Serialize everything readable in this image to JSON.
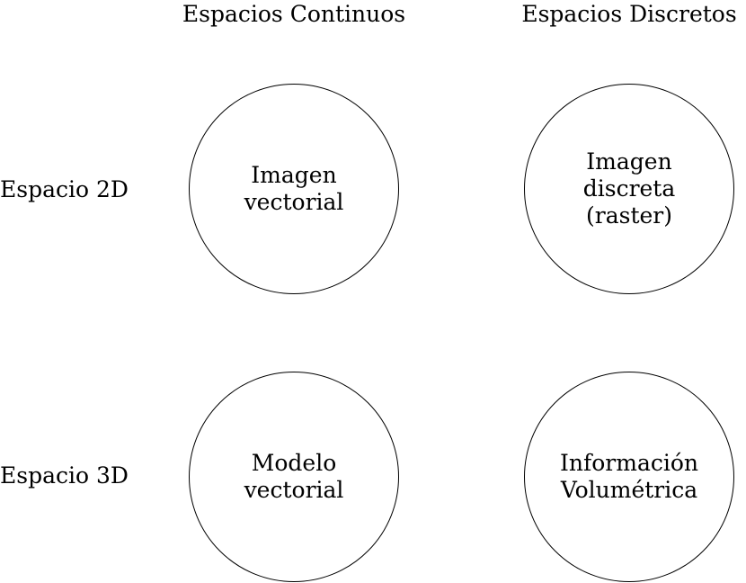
{
  "columns": {
    "continuous": "Espacios Continuos",
    "discrete": "Espacios Discretos"
  },
  "rows": {
    "space_2d": "Espacio 2D",
    "space_3d": "Espacio 3D"
  },
  "nodes": {
    "vector_image": [
      "Imagen",
      "vectorial"
    ],
    "raster_image": [
      "Imagen",
      "discreta",
      "(raster)"
    ],
    "vector_model": [
      "Modelo",
      "vectorial"
    ],
    "volumetric": [
      "Información",
      "Volumétrica"
    ]
  }
}
